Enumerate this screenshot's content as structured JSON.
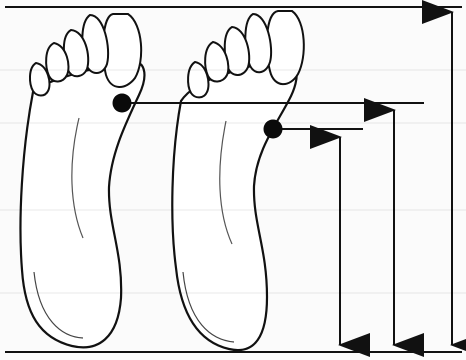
{
  "figure": {
    "kind": "foot-measurement-diagram",
    "colors": {
      "ink": "#111111",
      "paper": "#fbfbfb",
      "marker": "#0a0a0a"
    },
    "feet": [
      {
        "name": "left-footprint",
        "toes": 5
      },
      {
        "name": "right-footprint",
        "toes": 5
      }
    ],
    "markers": [
      {
        "name": "first-metatarsal-point"
      },
      {
        "name": "fifth-metatarsal-point"
      }
    ],
    "measurements": [
      {
        "name": "foot-length"
      },
      {
        "name": "first-metatarsal-height"
      },
      {
        "name": "fifth-metatarsal-height"
      }
    ],
    "icons": [
      "double-arrow-icon",
      "point-marker-icon",
      "footprint-icon"
    ]
  }
}
